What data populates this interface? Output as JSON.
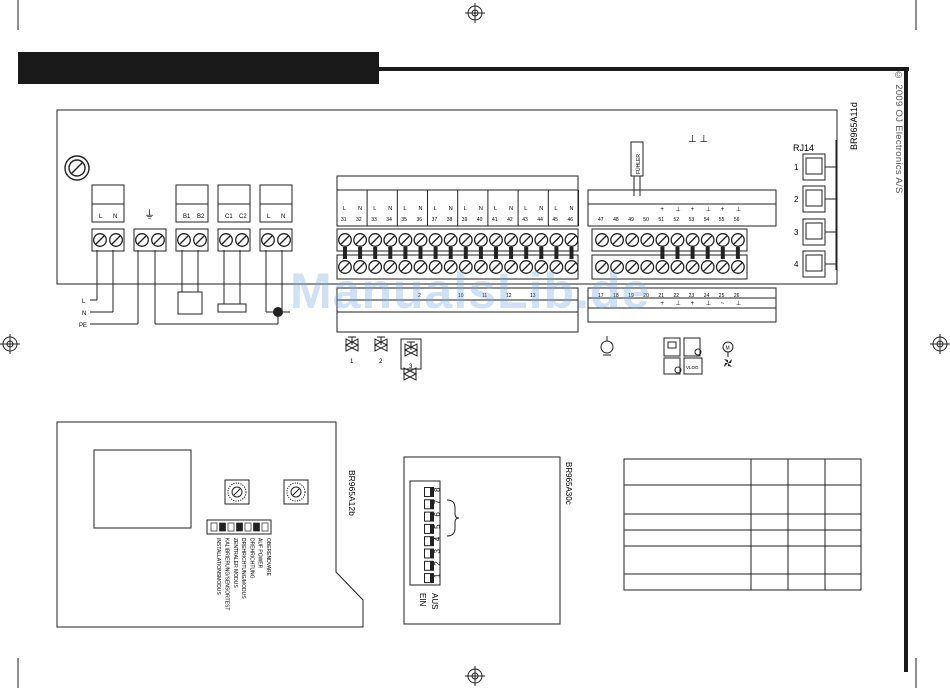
{
  "header": {
    "title": ""
  },
  "copyright": "© 2009 OJ Electronics A/S",
  "watermark": "ManualsLib.de",
  "top_diagram": {
    "code": "BR965A11d",
    "rj14_label": "RJ14",
    "rj_ports": [
      "1",
      "2",
      "3",
      "4"
    ],
    "fuhler_label": "FÜHLER",
    "ground_symbols": "⊥ ⊥",
    "left_blocks": [
      {
        "labels": [
          "L",
          "N"
        ]
      },
      {
        "labels": [
          "⏚"
        ]
      },
      {
        "labels": [
          "B1",
          "B2"
        ]
      },
      {
        "labels": [
          "C1",
          "C2"
        ]
      },
      {
        "labels": [
          "L",
          "N"
        ]
      }
    ],
    "supply_labels": [
      "L",
      "N",
      "PE"
    ],
    "terminal_pairs": [
      {
        "top": [
          "L",
          "N"
        ],
        "nums": [
          "31",
          "32"
        ]
      },
      {
        "top": [
          "L",
          "N"
        ],
        "nums": [
          "33",
          "34"
        ]
      },
      {
        "top": [
          "L",
          "N"
        ],
        "nums": [
          "35",
          "36"
        ]
      },
      {
        "top": [
          "L",
          "N"
        ],
        "nums": [
          "37",
          "38"
        ]
      },
      {
        "top": [
          "L",
          "N"
        ],
        "nums": [
          "39",
          "40"
        ]
      },
      {
        "top": [
          "L",
          "N"
        ],
        "nums": [
          "41",
          "42"
        ]
      },
      {
        "top": [
          "L",
          "N"
        ],
        "nums": [
          "43",
          "44"
        ]
      },
      {
        "top": [
          "L",
          "N"
        ],
        "nums": [
          "45",
          "46"
        ]
      }
    ],
    "lower_middle_nums": [
      "2",
      "10",
      "11",
      "12",
      "13"
    ],
    "right_top_nums": [
      "47",
      "48",
      "49",
      "50",
      "51",
      "52",
      "53",
      "54",
      "55",
      "56"
    ],
    "right_top_signs": [
      "+",
      "⊥",
      "+",
      "⊥",
      "+",
      "⊥"
    ],
    "right_bottom_nums": [
      "17",
      "18",
      "19",
      "20",
      "21",
      "22",
      "23",
      "24",
      "25",
      "26"
    ],
    "right_bottom_signs": [
      "+",
      "⊥",
      "+",
      "⊥",
      "~",
      "⊥"
    ],
    "valve_labels": [
      "1",
      "2",
      "3"
    ],
    "vlog_label": "VLOG",
    "fan_label": "M"
  },
  "bottom_left": {
    "code": "BR965A12b",
    "dip_labels": [
      "OBERENDVARE",
      "AUF POWER",
      "DREHRICHTUNG",
      "DREHRICHTUNG/MODUS",
      "ZENTRALER MODUS",
      "KALIBRIERUNG/SENSORTEST",
      "INSTALLATIONSMODUS"
    ]
  },
  "bottom_mid": {
    "code": "BR965A30c",
    "switch_nums": [
      "8",
      "7",
      "6",
      "5",
      "4",
      "3",
      "2",
      "1"
    ],
    "ein_label": "EIN",
    "aus_label": "AUS"
  },
  "table": {
    "rows": 5,
    "cols": 4
  }
}
